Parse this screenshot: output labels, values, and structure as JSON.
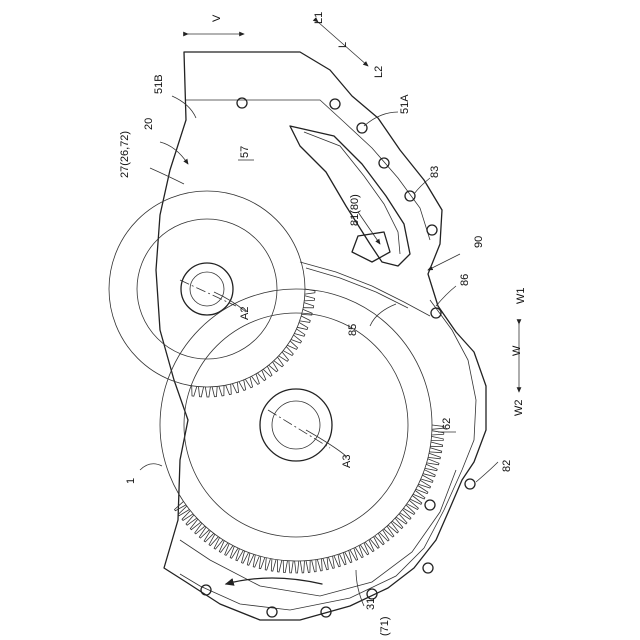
{
  "labels": {
    "v": "V",
    "l1": "L1",
    "l": "L",
    "l2": "L2",
    "b51": "51B",
    "a51": "51A",
    "r20": "20",
    "r27": "27(26,72)",
    "r57": "57",
    "r83": "83",
    "r81": "81(80)",
    "r90": "90",
    "r86": "86",
    "w1": "W1",
    "w": "W",
    "w2": "W2",
    "a2": "A2",
    "r85": "85",
    "r62": "62",
    "a3": "A3",
    "r82": "82",
    "r1": "1",
    "r31": "31",
    "r71": "(71)"
  },
  "gears": {
    "upper": {
      "teeth": 90
    },
    "lower": {
      "teeth": 150
    }
  }
}
